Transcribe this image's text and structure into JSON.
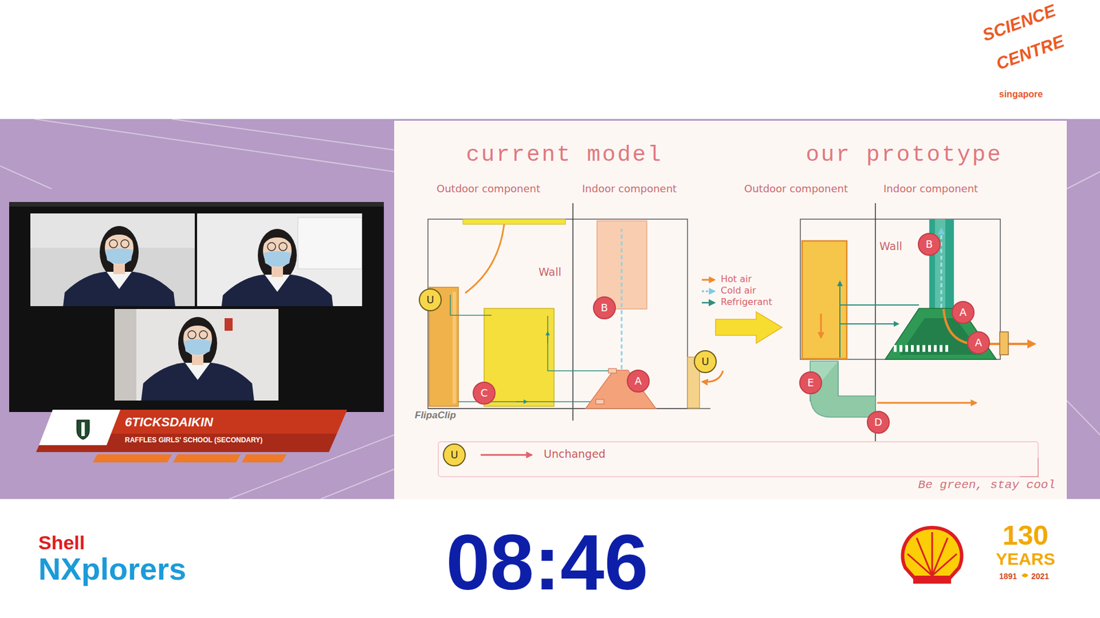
{
  "diagram": {
    "nodes": [
      {
        "text": [
          "6TICKSDAIKIN",
          "RAFFLES GIRLS' SCHOOL (SECONDARY)"
        ]
      },
      {
        "text": [
          "U"
        ]
      },
      {
        "text": [
          "B"
        ]
      },
      {
        "text": [
          "C"
        ]
      },
      {
        "text": [
          "A"
        ]
      },
      {
        "text": [
          "U"
        ]
      },
      {
        "text": [
          "B"
        ]
      },
      {
        "text": [
          "A"
        ]
      },
      {
        "text": [
          "A"
        ]
      },
      {
        "text": [
          "E"
        ]
      },
      {
        "text": [
          "D"
        ]
      },
      {
        "text": [
          "U"
        ]
      }
    ],
    "labels": [
      "current model",
      "our prototype",
      "Outdoor component",
      "Indoor component",
      "Outdoor component",
      "Indoor component",
      "Wall",
      "Wall",
      "FlipaClip",
      "Be green, stay cool",
      "08:46",
      "Shell",
      "NXplorers",
      "SCIENCE",
      "CENTRE",
      "singapore",
      "130",
      "YEARS",
      "1891",
      "2021"
    ],
    "legend": [
      {
        "text": "Hot air"
      },
      {
        "text": "Cold air"
      },
      {
        "text": "Refrigerant"
      },
      {
        "text": "Unchanged"
      }
    ]
  }
}
